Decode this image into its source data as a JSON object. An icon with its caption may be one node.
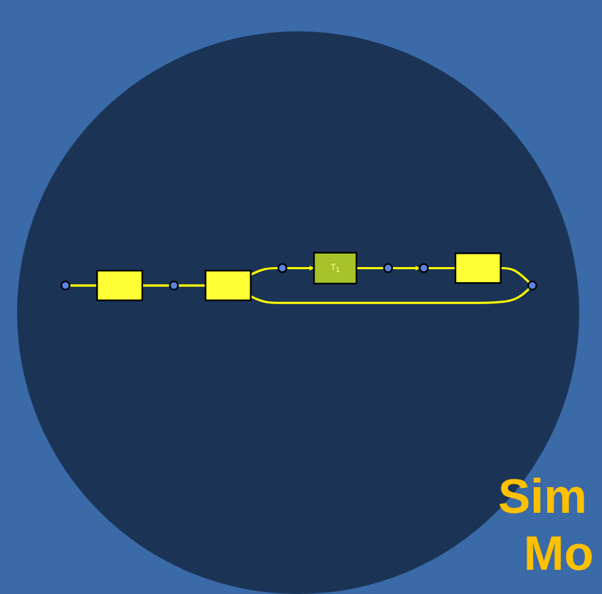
{
  "diagram": {
    "nodes": [
      {
        "text": [],
        "shape": "circle"
      },
      {
        "text": [],
        "shape": "box"
      },
      {
        "text": [],
        "shape": "circle"
      },
      {
        "text": [],
        "shape": "box"
      },
      {
        "text": [],
        "shape": "circle"
      },
      {
        "text": [],
        "shape": "box"
      },
      {
        "text": [],
        "shape": "circle"
      },
      {
        "text": [],
        "shape": "circle"
      },
      {
        "text": [
          "T$_{1}$"
        ]
      },
      {
        "text": [],
        "shape": "circle"
      }
    ],
    "edges": [
      {
        "from": 0,
        "to": 1,
        "arrow": "none"
      },
      {
        "from": 1,
        "to": 2,
        "arrow": "none"
      },
      {
        "from": 2,
        "to": 3,
        "arrow": "none"
      },
      {
        "from": 4,
        "to": 5,
        "arrow": "none"
      },
      {
        "from": 5,
        "to": 6,
        "arrow": "none"
      },
      {
        "from": 6,
        "to": 3,
        "arrow": "none"
      },
      {
        "from": 3,
        "to": 9,
        "arrow": "none"
      },
      {
        "from": 9,
        "to": 8,
        "arrow": "to"
      },
      {
        "from": 8,
        "to": 7,
        "arrow": "none"
      },
      {
        "from": 7,
        "to": 4,
        "arrow": "to"
      }
    ],
    "labels": [
      "Sim",
      "Mo"
    ]
  }
}
